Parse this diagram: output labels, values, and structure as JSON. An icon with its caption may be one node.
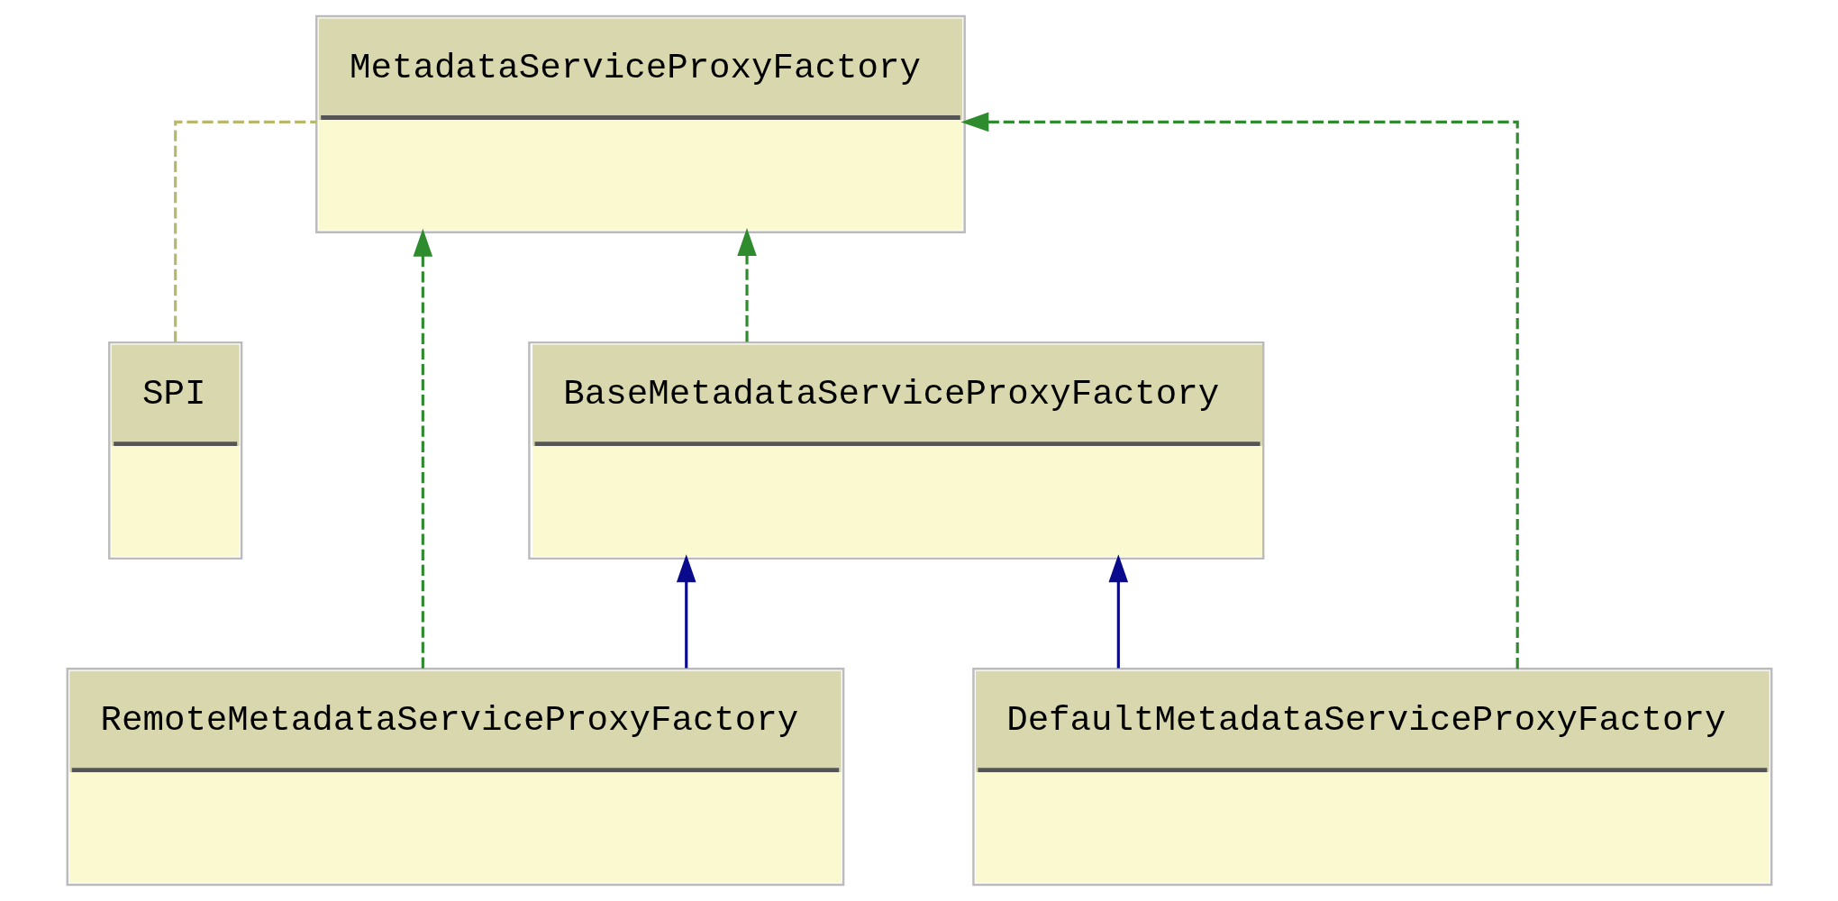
{
  "diagram": {
    "nodes": [
      {
        "text": [
          "SPI"
        ]
      },
      {
        "text": [
          "MetadataServiceProxyFactory"
        ]
      },
      {
        "text": [
          "BaseMetadataServiceProxyFactory"
        ]
      },
      {
        "text": [
          "RemoteMetadataServiceProxyFactory"
        ]
      },
      {
        "text": [
          "DefaultMetadataServiceProxyFactory"
        ]
      }
    ],
    "edges": [
      {
        "from": 0,
        "to": 1,
        "arrow": "none",
        "style": "dashed",
        "color": "#b8b86c"
      },
      {
        "from": 2,
        "to": 1,
        "arrow": "to",
        "style": "dashed"
      },
      {
        "from": 3,
        "to": 1,
        "arrow": "to",
        "style": "dashed"
      },
      {
        "from": 3,
        "to": 2,
        "arrow": "to",
        "color": "#0a0a8c"
      },
      {
        "from": 4,
        "to": 2,
        "arrow": "to",
        "color": "#0a0a8c"
      },
      {
        "from": 4,
        "to": 1,
        "arrow": "to",
        "style": "dashed"
      }
    ]
  }
}
